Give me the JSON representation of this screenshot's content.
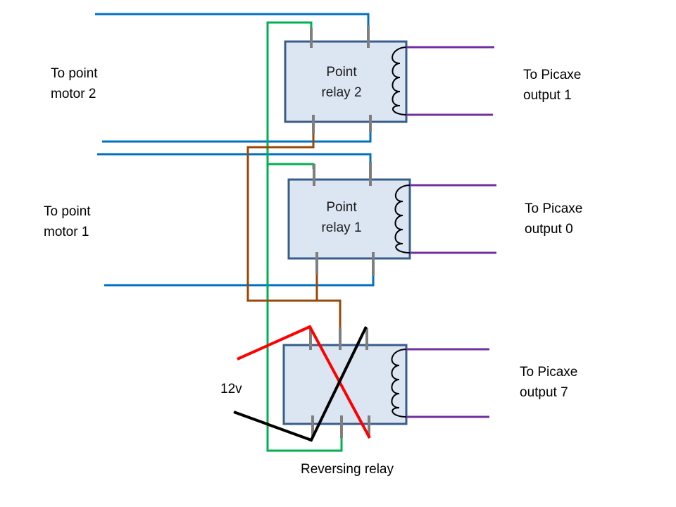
{
  "labels": {
    "motor2": [
      "To point",
      "motor 2"
    ],
    "motor1": [
      "To point",
      "motor 1"
    ],
    "picaxe1": [
      "To Picaxe",
      "output 1"
    ],
    "picaxe0": [
      "To Picaxe",
      "output 0"
    ],
    "picaxe7": [
      "To Picaxe",
      "output 7"
    ],
    "v12": "12v",
    "reversing": "Reversing relay"
  },
  "relays": {
    "r2": [
      "Point",
      "relay 2"
    ],
    "r1": [
      "Point",
      "relay 1"
    ]
  },
  "colors": {
    "relay_fill": "#dce6f2",
    "relay_border": "#385d8a",
    "blue_wire": "#0070c0",
    "green_wire": "#00b050",
    "brown_wire": "#984807",
    "purple_wire": "#7030a0",
    "red_wire": "#ff0000",
    "black_wire": "#000000",
    "pin": "#7f7f7f"
  }
}
